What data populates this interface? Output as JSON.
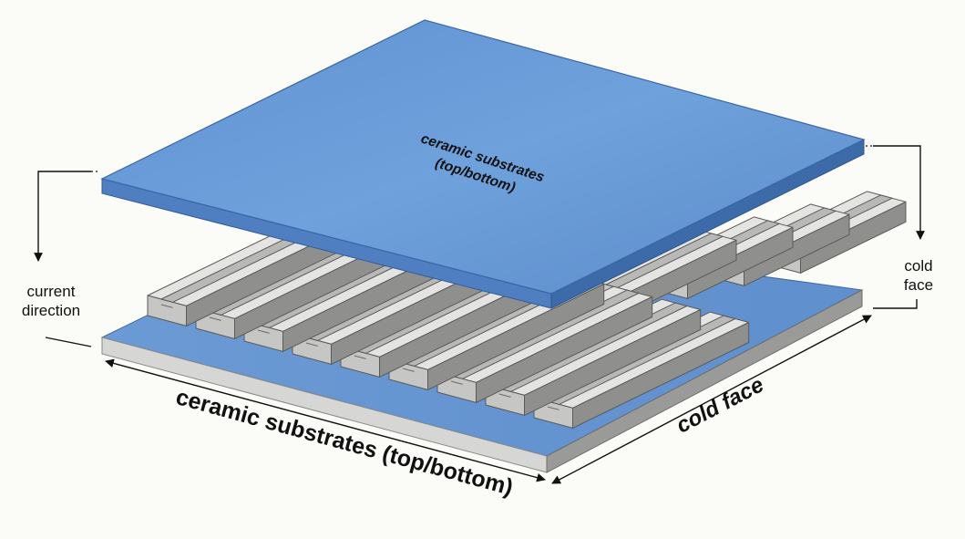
{
  "labels": {
    "top_plate": [
      "ceramic substrates",
      "(top/bottom)"
    ],
    "left": [
      "current",
      "direction"
    ],
    "right": [
      "cold",
      "face"
    ],
    "front_edge": "ceramic substrates (top/bottom)",
    "side_edge": "cold face"
  },
  "colors": {
    "plate_blue": "#6a9bd6",
    "plate_blue_edge": "#4a77b8",
    "leg_light": "#e4e4e2",
    "leg_mid": "#c6c6c4",
    "leg_dark": "#8f8f8d",
    "background": "#fbfbf8"
  }
}
